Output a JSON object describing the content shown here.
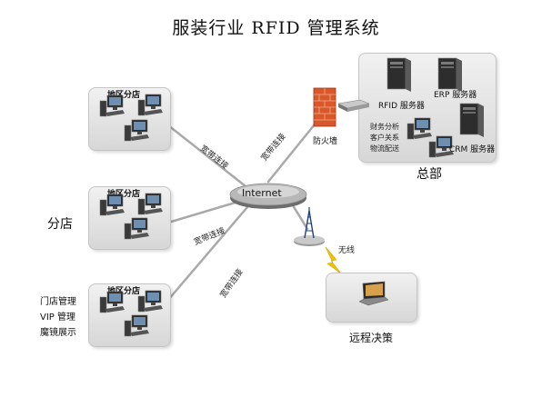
{
  "title": "服装行业 RFID 管理系统",
  "branches": {
    "region_label": "地区分店",
    "side_label": "分店",
    "store_functions": [
      "门店管理",
      "VIP 管理",
      "魔镜展示"
    ]
  },
  "hq": {
    "label": "总部",
    "firewall_label": "防火墙",
    "rfid_server": "RFID 服务器",
    "erp_server": "ERP 服务器",
    "crm_server": "CRM 服务器",
    "services": [
      "财务分析",
      "客户关系",
      "物流配送"
    ]
  },
  "internet_label": "Internet",
  "link_label": "宽带连接",
  "wireless_label": "无线",
  "remote_label": "远程决策",
  "colors": {
    "panel": "#dcdcdc",
    "line": "#a9a9a9",
    "firewall": "#d9572a",
    "bolt": "#f2c200"
  }
}
